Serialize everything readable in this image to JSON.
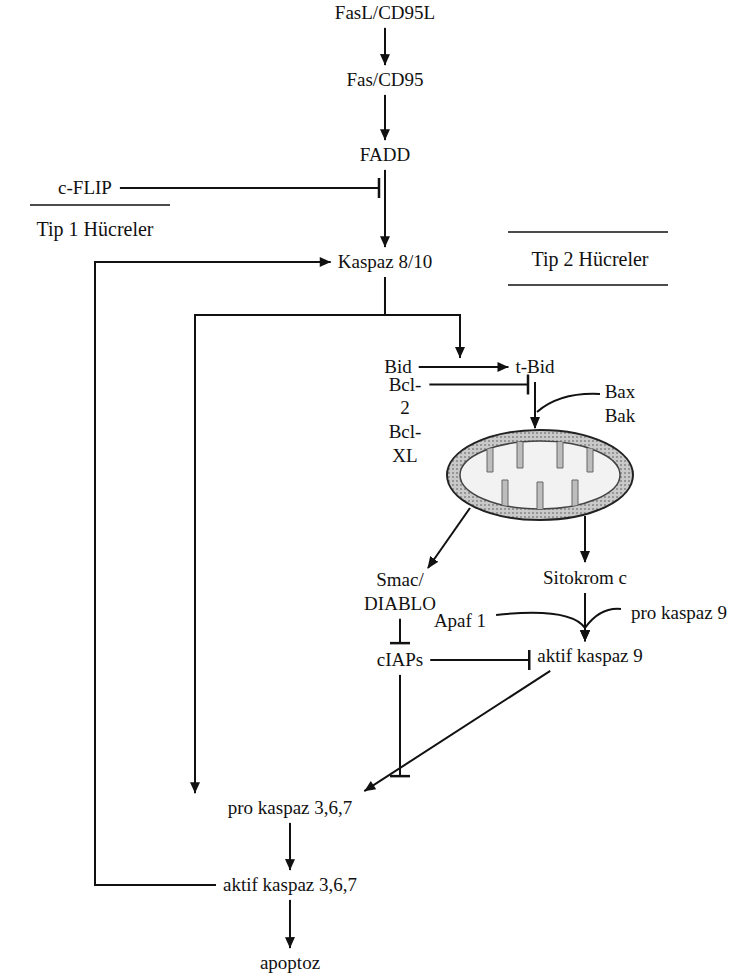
{
  "diagram": {
    "nodes": [
      {
        "text": [
          "FasL/CD95L"
        ]
      },
      {
        "text": [
          "Fas/CD95"
        ]
      },
      {
        "text": [
          "FADD"
        ]
      },
      {
        "text": [
          "c-FLIP"
        ]
      },
      {
        "text": [
          "Kaspaz 8/10"
        ]
      },
      {
        "text": [
          "Bid"
        ]
      },
      {
        "text": [
          "t-Bid"
        ]
      },
      {
        "text": [
          "Bcl-2 Bcl-XL"
        ]
      },
      {
        "text": [
          "Bax Bak"
        ]
      },
      {
        "text": [
          "Smac/ DIABLO"
        ]
      },
      {
        "text": [
          "Sitokrom c"
        ]
      },
      {
        "text": [
          "Apaf 1"
        ]
      },
      {
        "text": [
          "pro kaspaz 9"
        ]
      },
      {
        "text": [
          "cIAPs"
        ]
      },
      {
        "text": [
          "aktif kaspaz 9"
        ]
      },
      {
        "text": [
          "pro kaspaz 3,6,7"
        ]
      },
      {
        "text": [
          "aktif kaspaz 3,6,7"
        ]
      },
      {
        "text": [
          "apoptoz"
        ]
      }
    ],
    "edges": [
      {
        "from": 0,
        "to": 1,
        "arrow": "to"
      },
      {
        "from": 1,
        "to": 2,
        "arrow": "to"
      },
      {
        "from": 2,
        "to": 4,
        "arrow": "to"
      },
      {
        "from": 3,
        "to": 4,
        "arrow": "to"
      },
      {
        "from": 4,
        "to": 6,
        "arrow": "to"
      },
      {
        "from": 4,
        "to": 15,
        "arrow": "to"
      },
      {
        "from": 5,
        "to": 6,
        "arrow": "to"
      },
      {
        "from": 7,
        "to": 8,
        "arrow": "to"
      },
      {
        "from": 9,
        "to": 13,
        "arrow": "to"
      },
      {
        "from": 10,
        "to": 14,
        "arrow": "to"
      },
      {
        "from": 11,
        "to": 14,
        "arrow": "to"
      },
      {
        "from": 12,
        "to": 14,
        "arrow": "to"
      },
      {
        "from": 13,
        "to": 14,
        "arrow": "to"
      },
      {
        "from": 13,
        "to": 15,
        "arrow": "to"
      },
      {
        "from": 14,
        "to": 15,
        "arrow": "to"
      },
      {
        "from": 15,
        "to": 16,
        "arrow": "to"
      },
      {
        "from": 16,
        "to": 17,
        "arrow": "to"
      },
      {
        "from": 16,
        "to": 4,
        "arrow": "to"
      }
    ],
    "labels": [
      "Tip 1 Hücreler",
      "Tip 2 Hücreler"
    ]
  }
}
